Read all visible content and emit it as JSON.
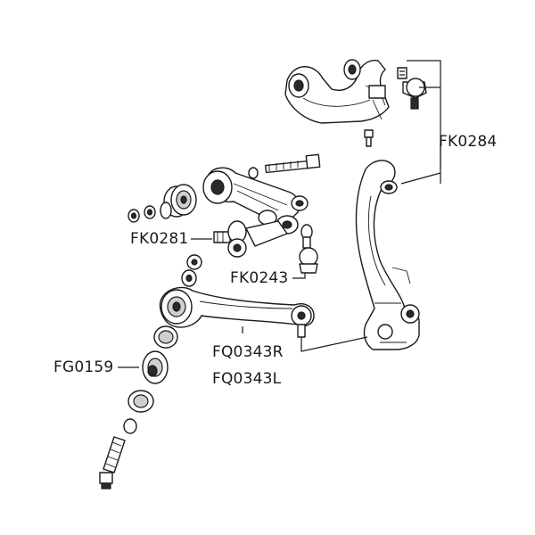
{
  "parts": {
    "fk0284": "FK0284",
    "fk0281": "FK0281",
    "fk0243": "FK0243",
    "fq0343r": "FQ0343R",
    "fq0343l": "FQ0343L",
    "fg0159": "FG0159"
  }
}
